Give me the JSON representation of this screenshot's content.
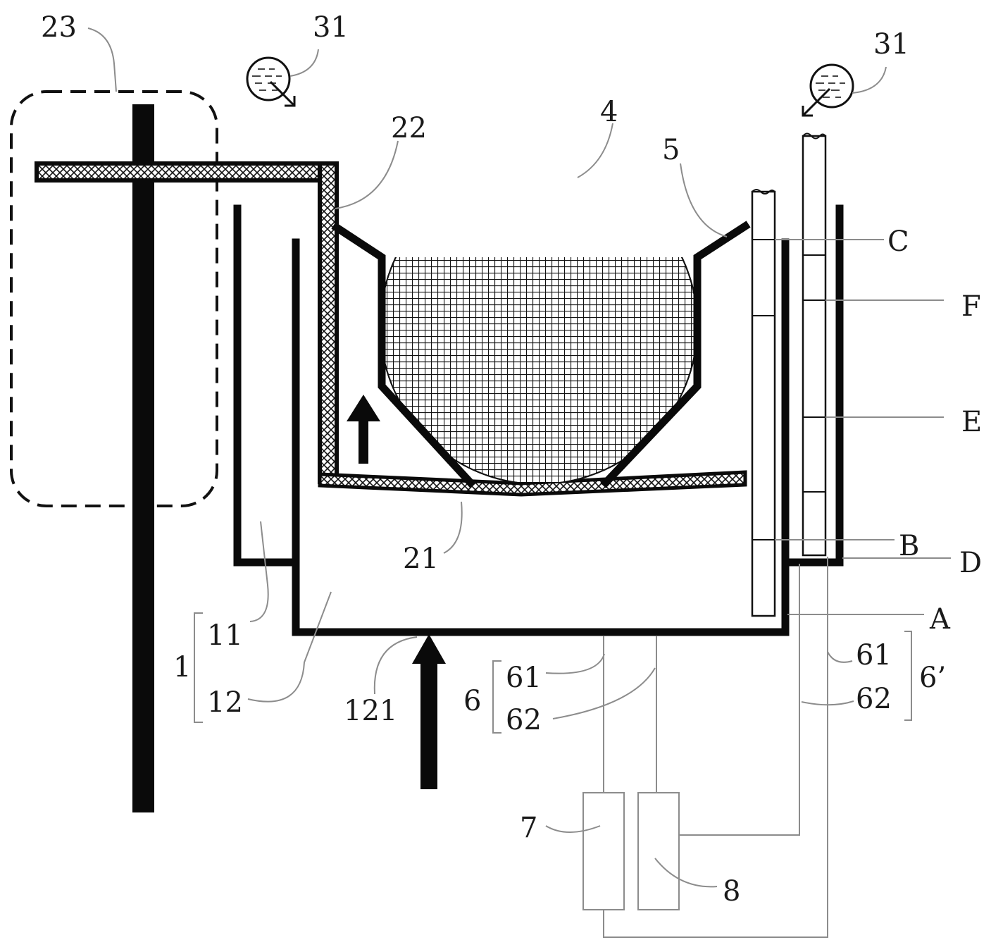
{
  "labels": {
    "l23": "23",
    "l31a": "31",
    "l31b": "31",
    "l22": "22",
    "l4": "4",
    "l5": "5",
    "lC": "C",
    "lF": "F",
    "lE": "E",
    "lB": "B",
    "lD": "D",
    "lA": "A",
    "l21": "21",
    "l1": "1",
    "l11": "11",
    "l12": "12",
    "l121": "121",
    "l6": "6",
    "l61a": "61",
    "l62a": "62",
    "l61b": "61",
    "l62b": "62",
    "l6p": "6’",
    "l7": "7",
    "l8": "8"
  }
}
